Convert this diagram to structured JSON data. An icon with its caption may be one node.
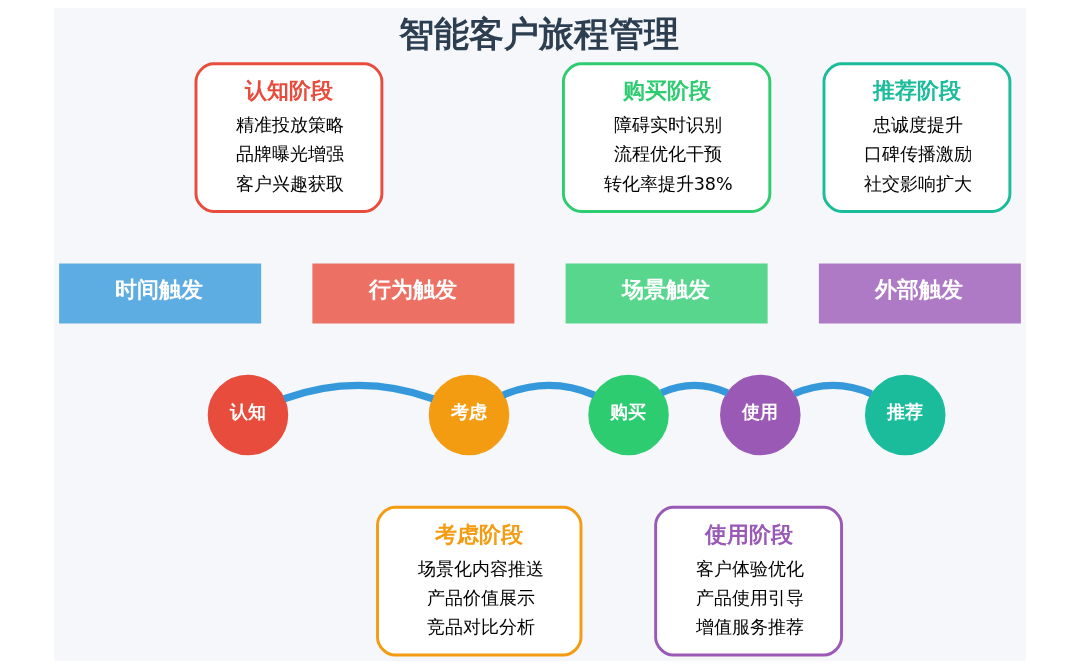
{
  "diagram": {
    "title": "智能客户旅程管理",
    "nodes": [
      {
        "text": [
          "认知阶段",
          "精准投放策略",
          "品牌曝光增强",
          "客户兴趣获取"
        ]
      },
      {
        "text": [
          "购买阶段",
          "障碍实时识别",
          "流程优化干预",
          "转化率提升38%"
        ]
      },
      {
        "text": [
          "推荐阶段",
          "忠诚度提升",
          "口碑传播激励",
          "社交影响扩大"
        ]
      },
      {
        "text": [
          "时间触发"
        ]
      },
      {
        "text": [
          "行为触发"
        ]
      },
      {
        "text": [
          "场景触发"
        ]
      },
      {
        "text": [
          "外部触发"
        ]
      },
      {
        "text": [
          "认知"
        ]
      },
      {
        "text": [
          "考虑"
        ]
      },
      {
        "text": [
          "购买"
        ]
      },
      {
        "text": [
          "使用"
        ]
      },
      {
        "text": [
          "推荐"
        ]
      },
      {
        "text": [
          "考虑阶段",
          "场景化内容推送",
          "产品价值展示",
          "竞品对比分析"
        ]
      },
      {
        "text": [
          "使用阶段",
          "客户体验优化",
          "产品使用引导",
          "增值服务推荐"
        ]
      }
    ],
    "edges": [
      {
        "from": 7,
        "to": 8,
        "arrow": "none"
      },
      {
        "from": 8,
        "to": 9,
        "arrow": "none"
      },
      {
        "from": 9,
        "to": 10,
        "arrow": "none"
      },
      {
        "from": 10,
        "to": 11,
        "arrow": "none"
      }
    ]
  }
}
